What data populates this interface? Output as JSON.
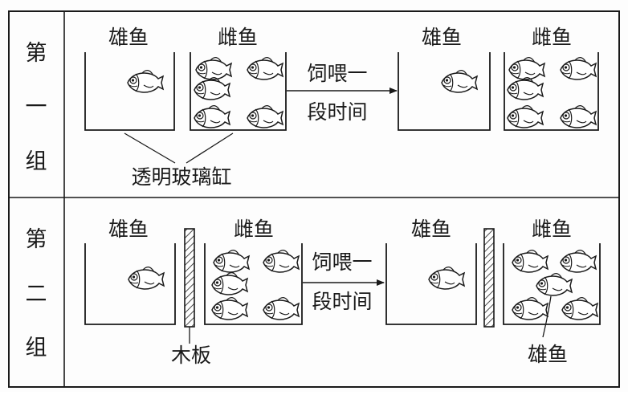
{
  "rows": [
    {
      "side_label": [
        "第",
        "一",
        "组"
      ],
      "left_tanks": {
        "male_label": "雄鱼",
        "female_label": "雌鱼"
      },
      "arrow_text": [
        "饲喂一",
        "段时间"
      ],
      "right_tanks": {
        "male_label": "雄鱼",
        "female_label": "雌鱼"
      },
      "annotation": "透明玻璃缸"
    },
    {
      "side_label": [
        "第",
        "二",
        "组"
      ],
      "left_tanks": {
        "male_label": "雄鱼",
        "female_label": "雌鱼"
      },
      "arrow_text": [
        "饲喂一",
        "段时间"
      ],
      "right_tanks": {
        "male_label": "雄鱼",
        "female_label": "雌鱼"
      },
      "board_label": "木板",
      "callout_label": "雄鱼"
    }
  ],
  "colors": {
    "ink": "#1a1a1a",
    "background": "#fdfdfd",
    "fish_fill": "#ffffff"
  }
}
